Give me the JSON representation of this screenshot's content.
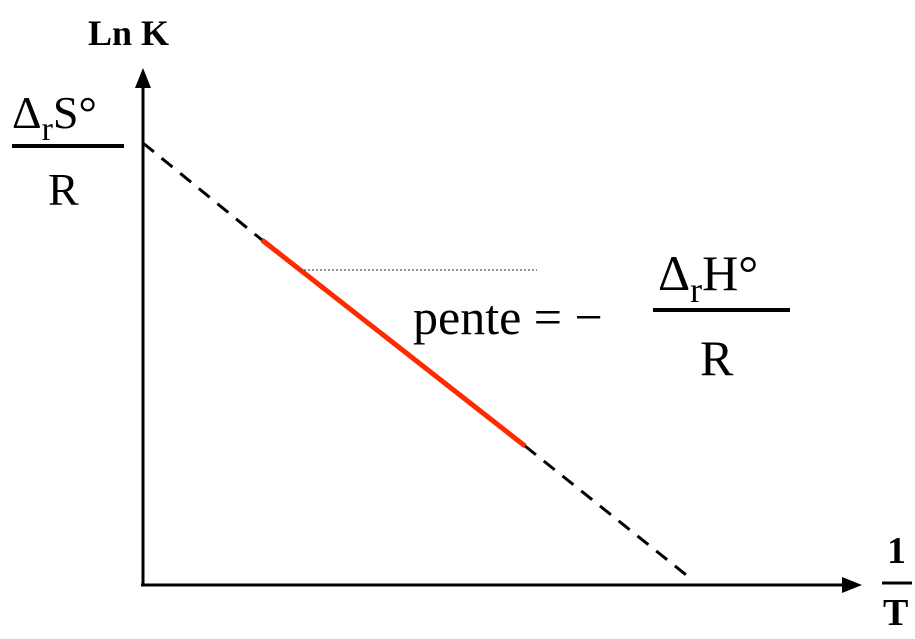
{
  "diagram": {
    "y_axis_label": "Ln K",
    "x_axis_label": {
      "numerator": "1",
      "denominator": "T"
    },
    "intercept_label": {
      "delta": "Δ",
      "subscript": "r",
      "symbol": "S°",
      "denominator": "R"
    },
    "slope_label": {
      "prefix": "pente = −",
      "delta": "Δ",
      "subscript": "r",
      "symbol": "H°",
      "denominator": "R"
    },
    "colors": {
      "axes": "#000000",
      "dashed_line": "#000000",
      "highlight_segment": "#ff2a00",
      "slope_guide": "#555555"
    }
  }
}
